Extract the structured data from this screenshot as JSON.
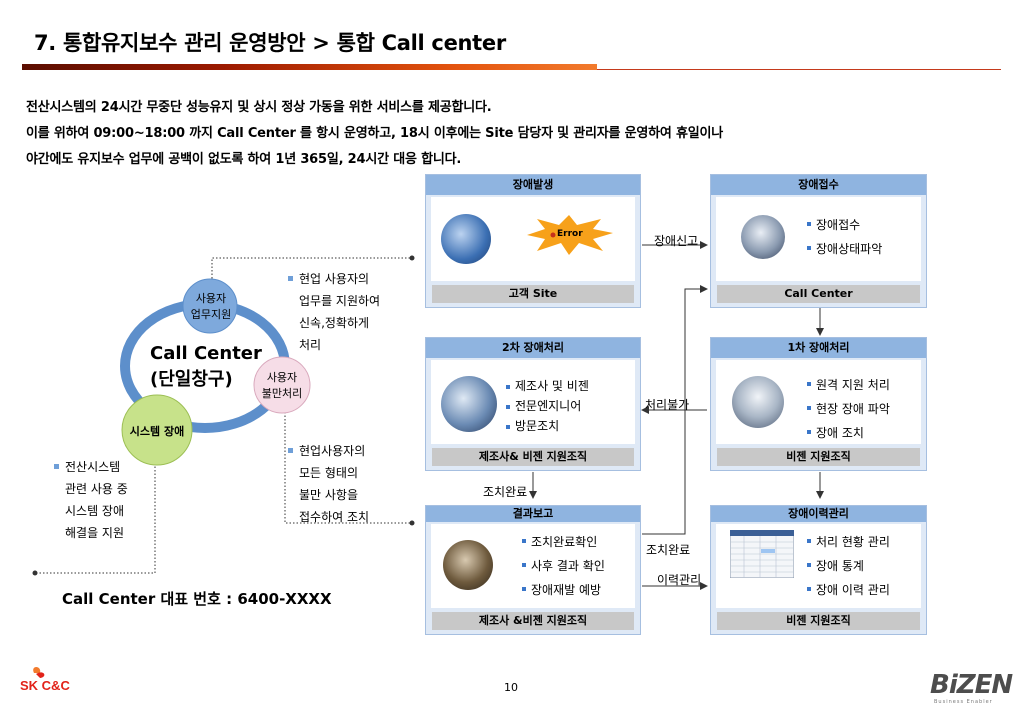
{
  "header": {
    "title": "7. 통합유지보수 관리 운영방안 > 통합 Call center"
  },
  "intro": [
    "전산시스템의 24시간 무중단 성능유지 및 상시 정상 가동을 위한 서비스를 제공합니다.",
    "이를 위하여 09:00~18:00 까지 Call Center 를 항시 운영하고, 18시 이후에는 Site 담당자 및 관리자를 운영하여 휴일이나",
    "야간에도 유지보수 업무에 공백이 없도록 하여 1년 365일, 24시간 대응 합니다."
  ],
  "cycle": {
    "center_line1": "Call Center",
    "center_line2": "(단일창구)",
    "node_user_support": "사용자\n업무지원",
    "node_complaint": "사용자\n불만처리",
    "node_system": "시스템 장애",
    "colors": {
      "ring": "#5d8fcb",
      "node_blue": "#7ea9dc",
      "node_pink": "#f6dde7",
      "node_green": "#c7e28a"
    }
  },
  "side_notes": {
    "note1": [
      "현업 사용자의",
      "업무를 지원하여",
      "신속,정확하게",
      "처리"
    ],
    "note2": [
      "현업사용자의",
      "모든 형태의",
      "불만 사항을",
      "접수하여 조치"
    ],
    "note3": [
      "전산시스템",
      "관련 사용 중",
      "시스템 장애",
      "해결을 지원"
    ]
  },
  "phone": "Call Center 대표 번호 : 6400-XXXX",
  "boxes": {
    "occur": {
      "head": "장애발생",
      "foot": "고객 Site",
      "error": "Error"
    },
    "receive": {
      "head": "장애접수",
      "foot": "Call Center",
      "items": [
        "장애접수",
        "장애상태파악"
      ]
    },
    "second": {
      "head": "2차 장애처리",
      "foot": "제조사& 비젠 지원조직",
      "items": [
        "제조사 및 비젠",
        "전문엔지니어",
        "방문조치"
      ]
    },
    "first": {
      "head": "1차 장애처리",
      "foot": "비젠 지원조직",
      "items": [
        "원격 지원 처리",
        "현장 장애 파악",
        "장애 조치"
      ]
    },
    "report": {
      "head": "결과보고",
      "foot": "제조사 &비젠 지원조직",
      "items": [
        "조치완료확인",
        "사후 결과 확인",
        "장애재발 예방"
      ]
    },
    "history": {
      "head": "장애이력관리",
      "foot": "비젠 지원조직",
      "items": [
        "처리 현황 관리",
        "장애 통계",
        "장애 이력 관리"
      ]
    }
  },
  "edges": {
    "report_fault": "장애신고",
    "cannot_handle": "처리불가",
    "action_done_1": "조치완료",
    "action_done_2": "조치완료",
    "history_manage": "이력관리"
  },
  "footer": {
    "page": "10",
    "sk_logo": "SK C&C",
    "bizen_logo": "BiZEN",
    "bizen_sub": "Business Enabler"
  }
}
